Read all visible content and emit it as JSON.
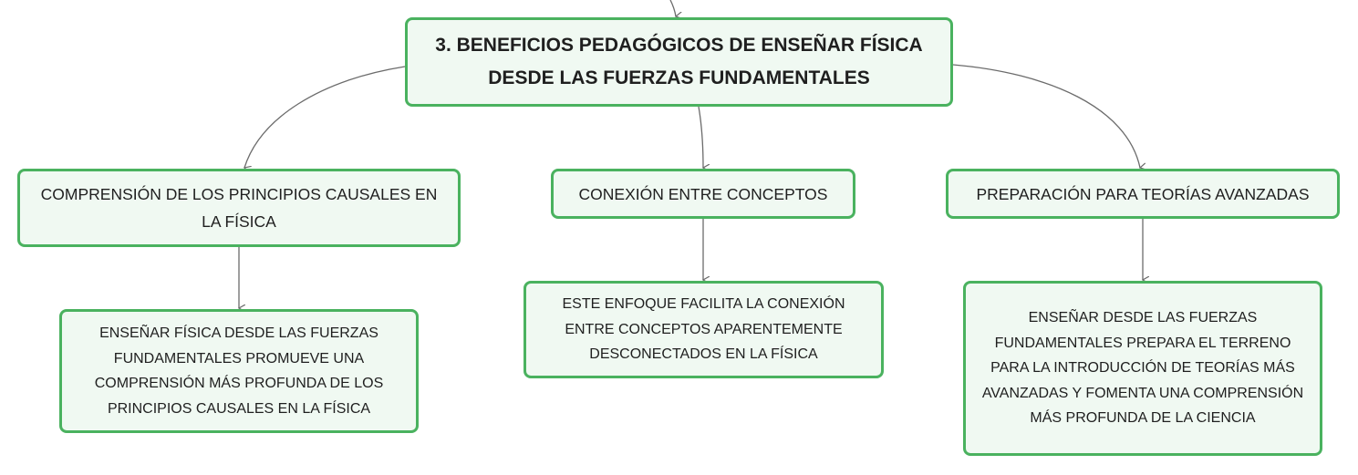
{
  "colors": {
    "node_fill": "#f0f9f2",
    "node_border": "#4ab25f",
    "connector": "#6b6b6b",
    "text": "#1f1f1f"
  },
  "root": {
    "text": "3. BENEFICIOS PEDAGÓGICOS DE ENSEÑAR FÍSICA DESDE LAS FUERZAS FUNDAMENTALES"
  },
  "branches": [
    {
      "title": "COMPRENSIÓN DE LOS PRINCIPIOS CAUSALES EN LA FÍSICA",
      "detail": "ENSEÑAR FÍSICA DESDE LAS FUERZAS FUNDAMENTALES PROMUEVE UNA COMPRENSIÓN MÁS PROFUNDA DE LOS PRINCIPIOS CAUSALES EN LA FÍSICA"
    },
    {
      "title": "CONEXIÓN ENTRE CONCEPTOS",
      "detail": "ESTE ENFOQUE FACILITA LA CONEXIÓN ENTRE CONCEPTOS APARENTEMENTE DESCONECTADOS EN LA FÍSICA"
    },
    {
      "title": "PREPARACIÓN PARA TEORÍAS AVANZADAS",
      "detail": "ENSEÑAR DESDE LAS FUERZAS FUNDAMENTALES PREPARA EL TERRENO PARA LA INTRODUCCIÓN DE TEORÍAS MÁS AVANZADAS Y FOMENTA UNA COMPRENSIÓN MÁS PROFUNDA DE LA CIENCIA"
    }
  ]
}
